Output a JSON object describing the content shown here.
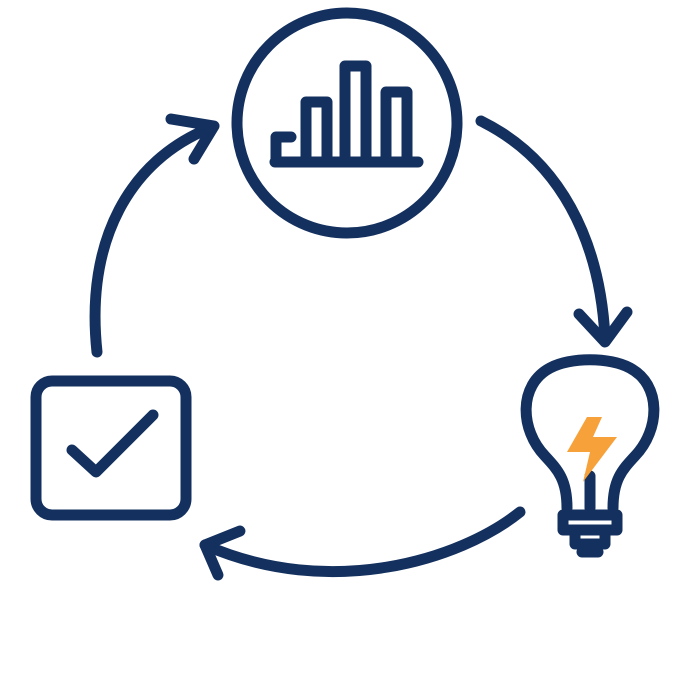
{
  "diagram": {
    "type": "cycle",
    "nodes": [
      {
        "id": "analytics",
        "icon": "bar-chart-icon",
        "label": ""
      },
      {
        "id": "insight",
        "icon": "lightbulb-icon",
        "label": ""
      },
      {
        "id": "action",
        "icon": "checkbox-check-icon",
        "label": ""
      }
    ],
    "edges": [
      {
        "from": "analytics",
        "to": "insight",
        "direction": "clockwise"
      },
      {
        "from": "insight",
        "to": "action",
        "direction": "clockwise"
      },
      {
        "from": "action",
        "to": "analytics",
        "direction": "clockwise"
      }
    ]
  },
  "colors": {
    "stroke": "#13305e",
    "accent": "#f7a13a",
    "background": "#ffffff"
  }
}
